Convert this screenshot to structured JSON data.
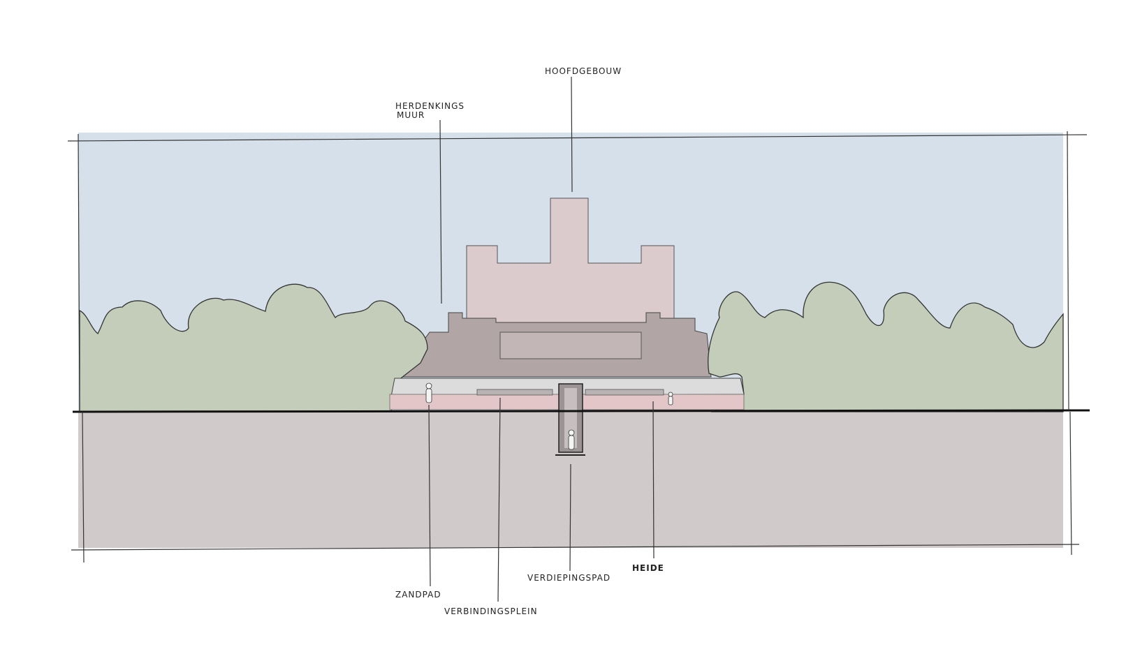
{
  "labels": {
    "hoofdgebouw": "HOOFDGEBOUW",
    "herdenkingsmuur_1": "HERDENKINGS",
    "herdenkingsmuur_2": "MUUR",
    "zandpad": "ZANDPAD",
    "verbindingsplein": "VERBINDINGSPLEIN",
    "verdiepingspad": "VERDIEPINGSPAD",
    "heide": "HEIDE"
  },
  "colors": {
    "sky": "#d6e0ea",
    "trees": "#c3cdb9",
    "ground": "#d1cacb",
    "main_building": "#dccbcc",
    "lower_building": "#b2a5a6",
    "plaza": "#dcdcdc",
    "heath_strip": "#e2c6c8"
  }
}
